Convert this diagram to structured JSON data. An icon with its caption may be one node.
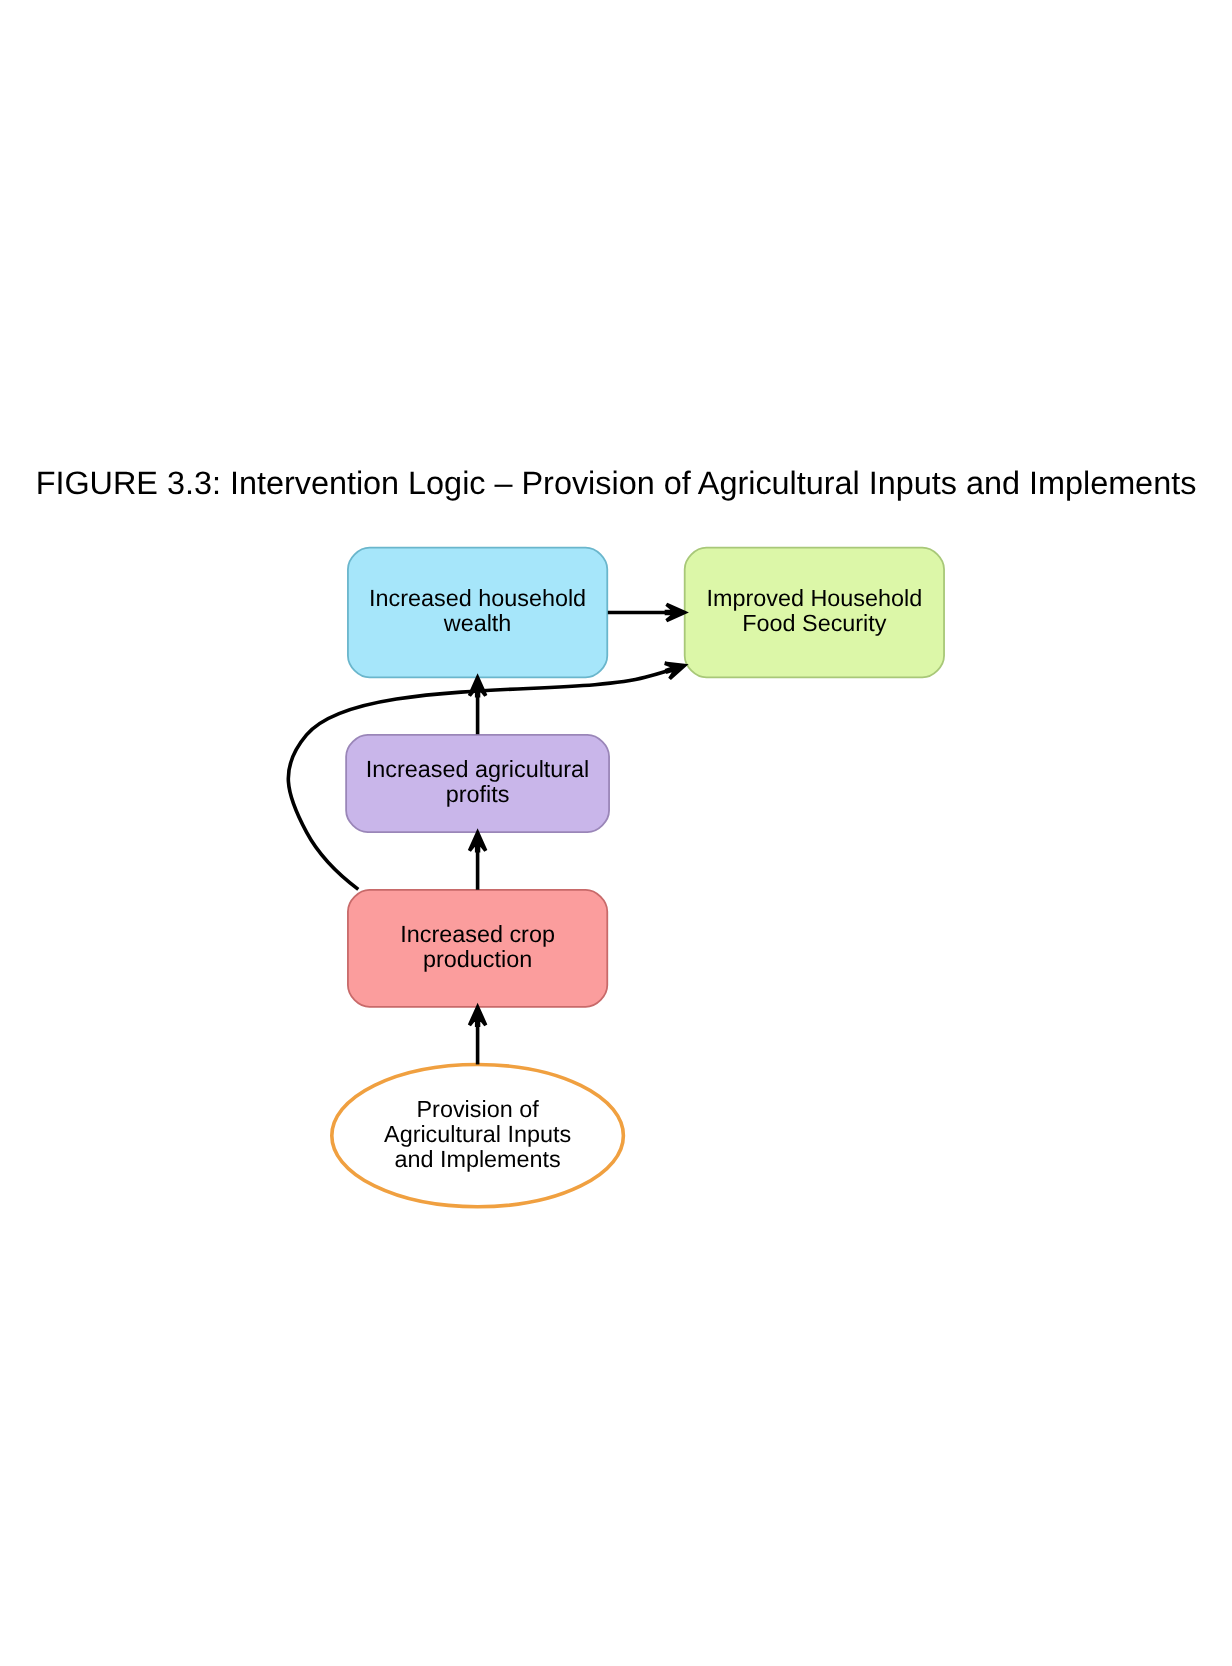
{
  "diagram": {
    "title": "FIGURE 3.3: Intervention Logic – Provision of Agricultural Inputs and Implements",
    "nodes": [
      {
        "text": [
          "Improved Household Food Security"
        ]
      },
      {
        "text": [
          "Increased household wealth"
        ]
      },
      {
        "text": [
          "Increased agricultural profits"
        ]
      },
      {
        "text": [
          "Increased crop production"
        ]
      },
      {
        "text": [
          "Provision of Agricultural Inputs and Implements"
        ]
      }
    ],
    "edges": [
      {
        "from": 1,
        "to": 0,
        "arrow": "to"
      },
      {
        "from": 2,
        "to": 1,
        "arrow": "to"
      },
      {
        "from": 3,
        "to": 2,
        "arrow": "to"
      },
      {
        "from": 3,
        "to": 0,
        "arrow": "to"
      },
      {
        "from": 4,
        "to": 3,
        "arrow": "to"
      }
    ]
  }
}
